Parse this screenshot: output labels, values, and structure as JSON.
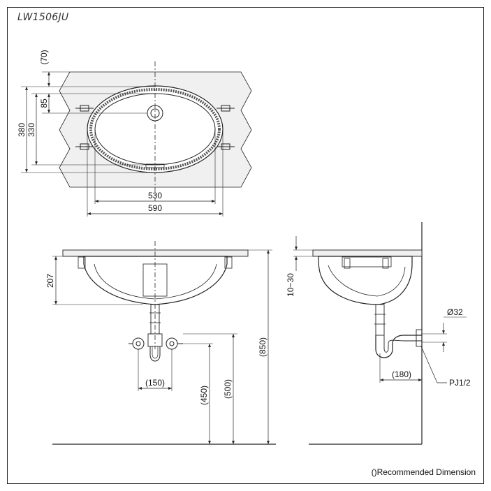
{
  "drawing": {
    "model": "LW1506JU",
    "footnote": "()Recommended Dimension"
  },
  "top_view": {
    "dim_top_offset": "(70)",
    "dim_drain_offset": "85",
    "dim_outer_depth": "380",
    "dim_bowl_depth": "330",
    "dim_bowl_width": "530",
    "dim_outer_width": "590"
  },
  "front_view": {
    "dim_basin_height": "207",
    "dim_trap_spacing": "(150)",
    "dim_supply_height": "(450)",
    "dim_drain_height": "(500)",
    "dim_counter_height": "(850)"
  },
  "side_view": {
    "dim_counter_thickness": "10~30",
    "dim_pipe_diameter": "Ø32",
    "dim_wall_offset": "(180)",
    "dim_supply_thread": "PJ1/2"
  },
  "colors": {
    "line": "#222222",
    "counter_fill": "#f0f0f0",
    "basin_fill": "#ffffff"
  }
}
